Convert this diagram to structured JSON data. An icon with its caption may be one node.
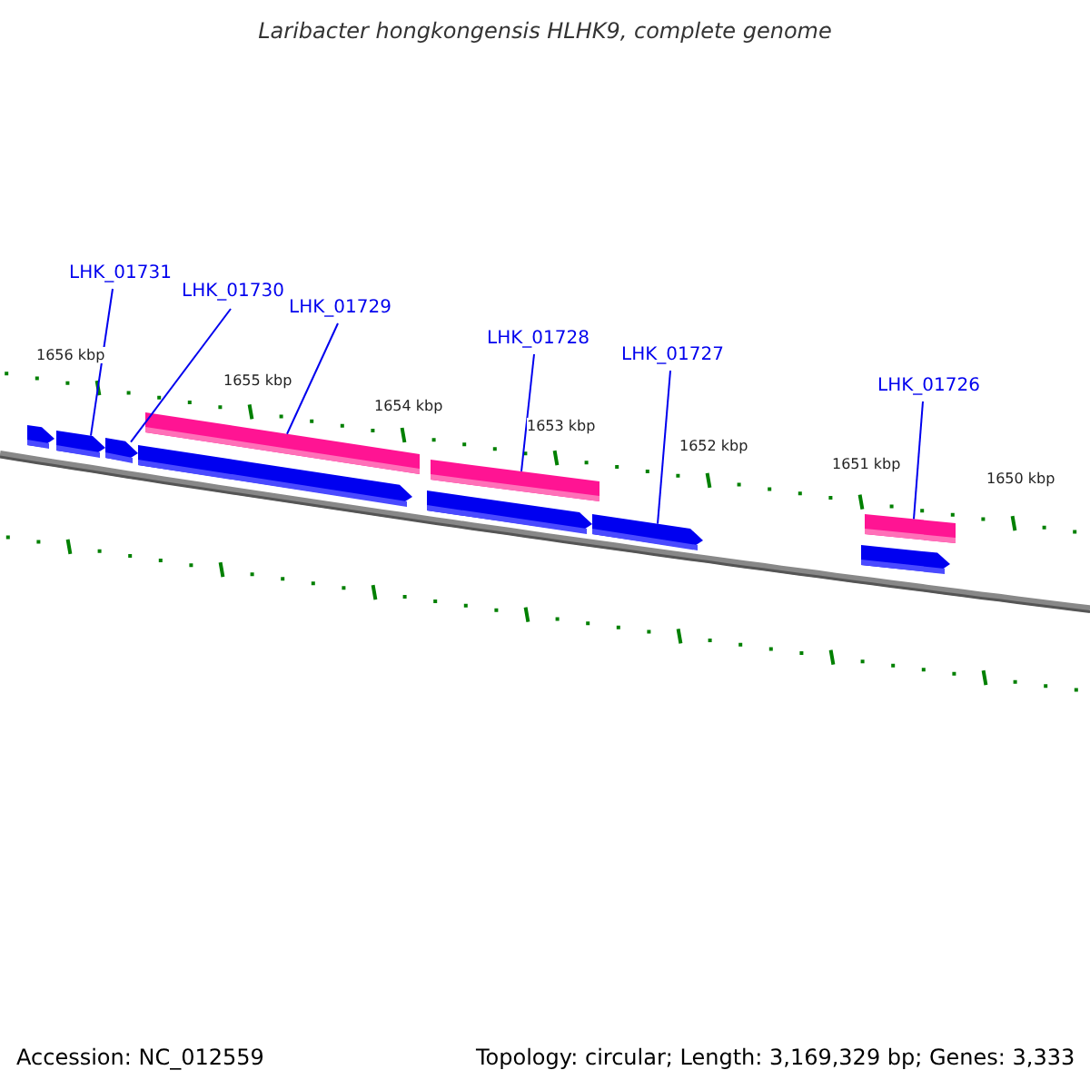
{
  "diagram": {
    "title": "Laribacter hongkongensis HLHK9, complete genome",
    "nodes": [
      {
        "text": [
          "LHK_01731"
        ]
      },
      {
        "text": [
          "LHK_01730"
        ]
      },
      {
        "text": [
          "LHK_01729"
        ]
      },
      {
        "text": [
          "LHK_01728"
        ]
      },
      {
        "text": [
          "LHK_01727"
        ]
      },
      {
        "text": [
          "LHK_01726"
        ]
      },
      {
        "text": [],
        "shape": "arrow"
      },
      {
        "text": [],
        "shape": "arrow"
      },
      {
        "text": [],
        "shape": "arrow"
      },
      {
        "text": [],
        "shape": "arrow"
      },
      {
        "text": [],
        "shape": "arrow"
      },
      {
        "text": [],
        "shape": "arrow"
      },
      {
        "text": [],
        "shape": "arrow"
      },
      {
        "text": [],
        "shape": "bar"
      },
      {
        "text": [],
        "shape": "bar"
      },
      {
        "text": [],
        "shape": "bar"
      }
    ],
    "edges": [
      {
        "from": 0,
        "to": 7,
        "arrow": "none"
      },
      {
        "from": 1,
        "to": 8,
        "arrow": "none"
      },
      {
        "from": 2,
        "to": 13,
        "arrow": "none"
      },
      {
        "from": 3,
        "to": 14,
        "arrow": "none"
      },
      {
        "from": 4,
        "to": 11,
        "arrow": "none"
      },
      {
        "from": 5,
        "to": 15,
        "arrow": "none"
      }
    ],
    "labels": [
      "1656 kbp",
      "1655 kbp",
      "1654 kbp",
      "1653 kbp",
      "1652 kbp",
      "1651 kbp",
      "1650 kbp",
      "Accession: NC_012559",
      "Topology: circular; Length: 3,169,329 bp; Genes: 3,333"
    ]
  }
}
